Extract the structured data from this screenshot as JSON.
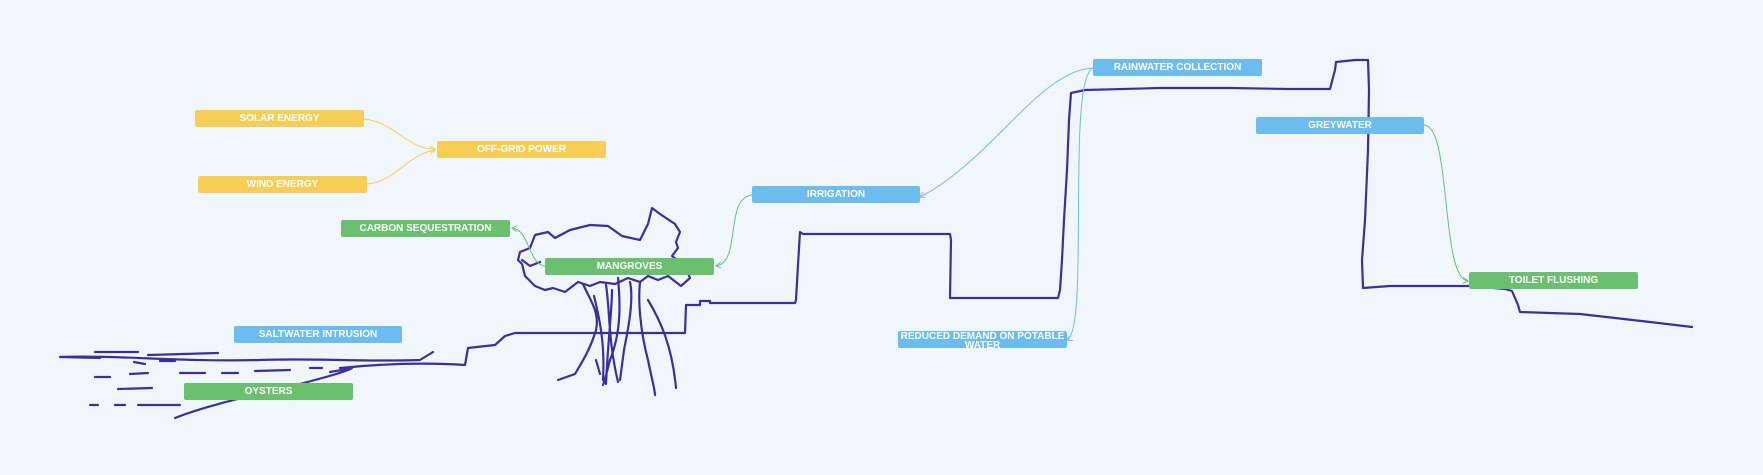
{
  "colors": {
    "background": "#f1f6fc",
    "energy": "#f7ce55",
    "ecosystem": "#6bc070",
    "water": "#6cbcf0",
    "sketch": "#3b2f9e"
  },
  "nodes": {
    "solar_energy": "SOLAR ENERGY",
    "wind_energy": "WIND ENERGY",
    "off_grid_power": "OFF-GRID POWER",
    "carbon_sequestration": "CARBON SEQUESTRATION",
    "mangroves": "MANGROVES",
    "saltwater_intrusion": "SALTWATER INTRUSION",
    "oysters": "OYSTERS",
    "irrigation": "IRRIGATION",
    "rainwater_collection": "RAINWATER COLLECTION",
    "reduced_demand": "REDUCED DEMAND ON POTABLE WATER",
    "greywater": "GREYWATER",
    "toilet_flushing": "TOILET FLUSHING"
  },
  "links": [
    {
      "from": "solar_energy",
      "to": "off_grid_power"
    },
    {
      "from": "wind_energy",
      "to": "off_grid_power"
    },
    {
      "from": "mangroves",
      "to": "carbon_sequestration"
    },
    {
      "from": "irrigation",
      "to": "mangroves"
    },
    {
      "from": "rainwater_collection",
      "to": "irrigation"
    },
    {
      "from": "rainwater_collection",
      "to": "reduced_demand"
    },
    {
      "from": "greywater",
      "to": "toilet_flushing"
    }
  ]
}
